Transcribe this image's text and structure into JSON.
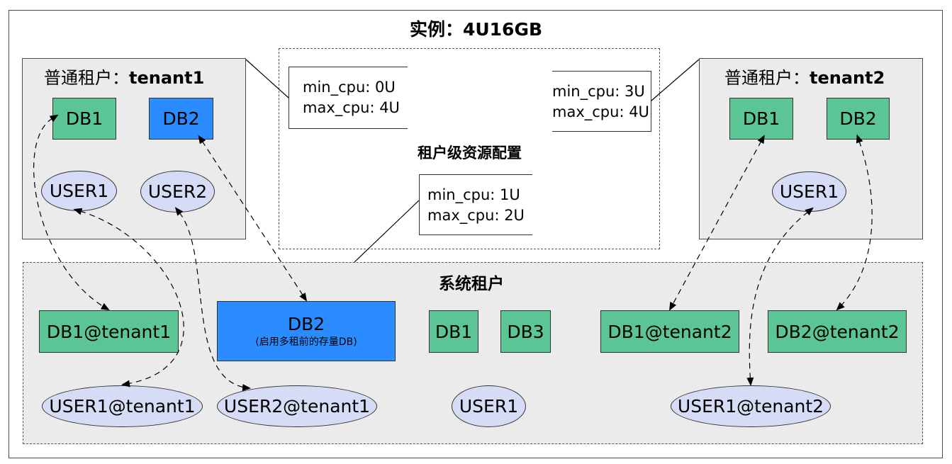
{
  "title": "实例：4U16GB",
  "tenant1": {
    "prefix": "普通租户：",
    "name": "tenant1",
    "dbs": [
      "DB1",
      "DB2"
    ],
    "users": [
      "USER1",
      "USER2"
    ]
  },
  "tenant2": {
    "prefix": "普通租户：",
    "name": "tenant2",
    "dbs": [
      "DB1",
      "DB2"
    ],
    "users": [
      "USER1"
    ]
  },
  "resource": {
    "label": "租户级资源配置",
    "tenant1_cfg": {
      "min": "min_cpu: 0U",
      "max": "max_cpu: 4U"
    },
    "tenant2_cfg": {
      "min": "min_cpu: 3U",
      "max": "max_cpu: 4U"
    },
    "system_cfg": {
      "min": "min_cpu: 1U",
      "max": "max_cpu: 2U"
    }
  },
  "system": {
    "label": "系统租户",
    "db1_tenant1": "DB1@tenant1",
    "db2_legacy": {
      "name": "DB2",
      "note": "(启用多租前的存量DB)"
    },
    "db1": "DB1",
    "db3": "DB3",
    "db1_tenant2": "DB1@tenant2",
    "db2_tenant2": "DB2@tenant2",
    "user1_tenant1": "USER1@tenant1",
    "user2_tenant1": "USER2@tenant1",
    "user1": "USER1",
    "user1_tenant2": "USER1@tenant2"
  },
  "colors": {
    "db_green": "#5bc595",
    "db_blue": "#2b8cff",
    "user_fill": "#d6dcf5",
    "box_gray": "#ebebeb"
  }
}
